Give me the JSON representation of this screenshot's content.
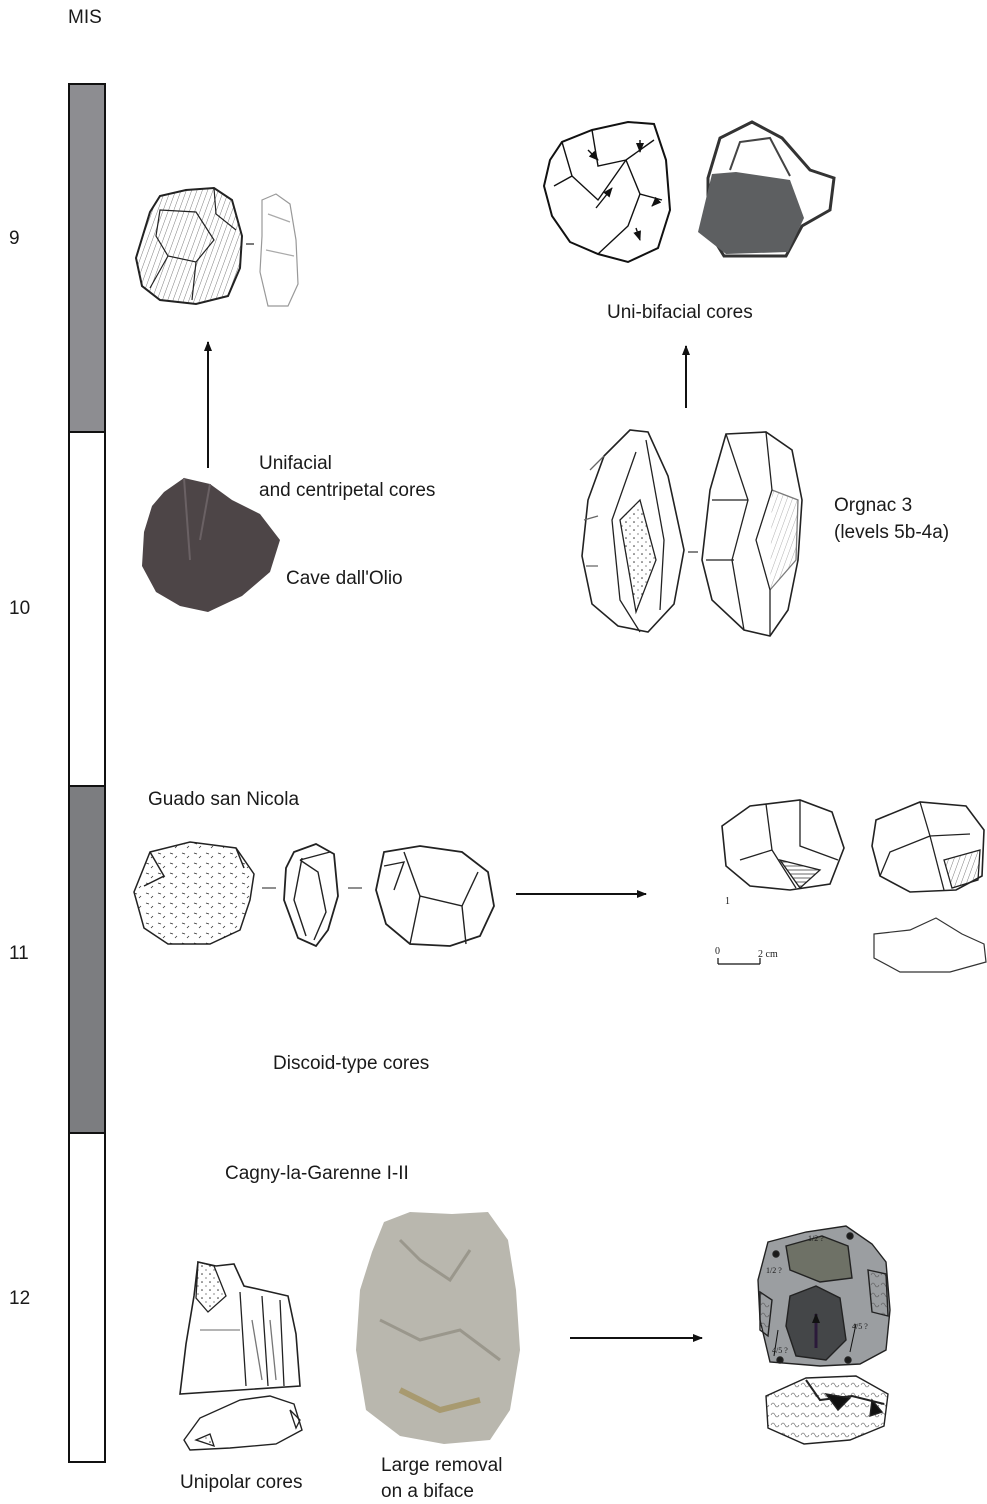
{
  "column_title": "MIS",
  "stages": [
    {
      "label": "9",
      "shade": "#8d8d91"
    },
    {
      "label": "10",
      "shade": "#ffffff"
    },
    {
      "label": "11",
      "shade": "#7c7d80"
    },
    {
      "label": "12",
      "shade": "#ffffff"
    }
  ],
  "labels": {
    "unifacial": "Unifacial",
    "centripetal": "and centripetal cores",
    "cave": "Cave dall'Olio",
    "unibifacial": "Uni-bifacial cores",
    "orgnac": "Orgnac 3",
    "orgnac_levels": "(levels 5b-4a)",
    "guado": "Guado san Nicola",
    "discoid": "Discoid-type cores",
    "cagny": "Cagny-la-Garenne I-II",
    "unipolar": "Unipolar cores",
    "large_removal_1": "Large removal",
    "large_removal_2": "on a biface"
  },
  "scale_bar": {
    "zero": "0",
    "two": "2 cm",
    "figure_no": "1"
  },
  "core_marks": {
    "m1": "1/2 ?",
    "m2": "1/2 ?",
    "m3": "4/5 ?",
    "m4": "4/5 ?"
  },
  "colors": {
    "line": "#1a1a1a",
    "stage_dark_9": "#8d8d91",
    "stage_dark_11": "#7c7d80",
    "unibifacial_fill": "#5d5f61",
    "cave_photo": "#4d4547",
    "biface_photo": "#b9b7ae"
  },
  "icons": [
    "arrow-up-icon",
    "arrow-right-icon"
  ]
}
